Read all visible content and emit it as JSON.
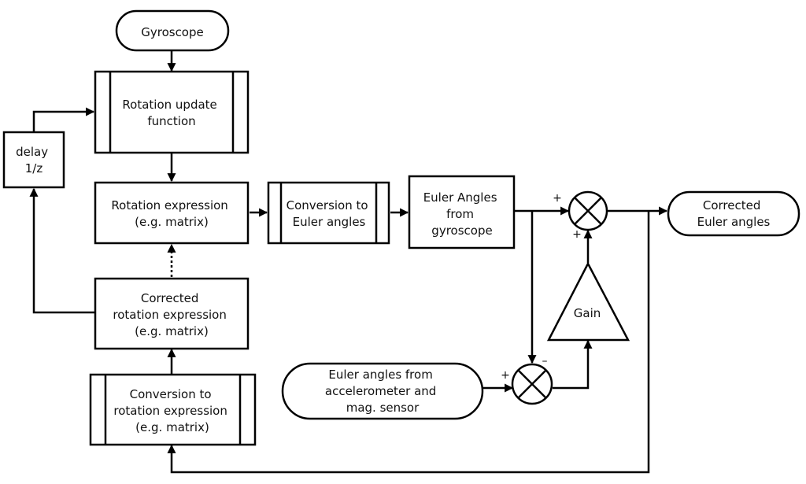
{
  "colors": {
    "stroke": "#000000",
    "fill": "#ffffff",
    "text": "#111111"
  },
  "nodes": {
    "gyroscope": {
      "lines": [
        "Gyroscope"
      ]
    },
    "rotation_update": {
      "lines": [
        "Rotation update",
        "function"
      ]
    },
    "delay": {
      "lines": [
        "delay",
        "1/z"
      ]
    },
    "rotation_expression": {
      "lines": [
        "Rotation expression",
        "(e.g. matrix)"
      ]
    },
    "conversion_euler": {
      "lines": [
        "Conversion to",
        "Euler angles"
      ]
    },
    "euler_from_gyro": {
      "lines": [
        "Euler Angles",
        "from",
        "gyroscope"
      ]
    },
    "corrected_euler": {
      "lines": [
        "Corrected",
        "Euler angles"
      ]
    },
    "corrected_rotation": {
      "lines": [
        "Corrected",
        "rotation expression",
        "(e.g. matrix)"
      ]
    },
    "gain": {
      "lines": [
        "Gain"
      ]
    },
    "euler_from_accel": {
      "lines": [
        "Euler angles from",
        "accelerometer and",
        "mag. sensor"
      ]
    },
    "conversion_rotation": {
      "lines": [
        "Conversion to",
        "rotation expression",
        "(e.g. matrix)"
      ]
    }
  },
  "signs": {
    "top_sum_left": "+",
    "top_sum_bottom": "+",
    "bottom_sum_left": "+",
    "bottom_sum_top": "–"
  }
}
